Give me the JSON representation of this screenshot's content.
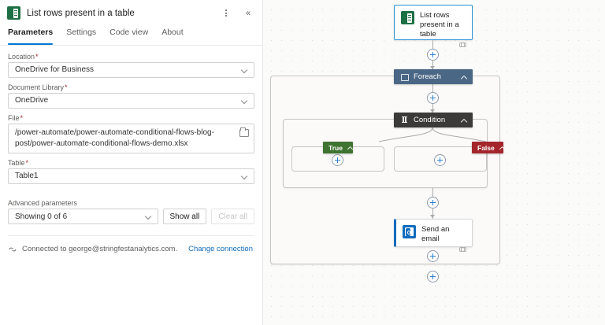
{
  "panel": {
    "icon": "excel-icon",
    "title": "List rows present in a table",
    "more_icon": "more-vertical-icon",
    "collapse_icon": "collapse-panel-icon",
    "collapse_glyph": "«",
    "tabs": [
      {
        "label": "Parameters",
        "active": true
      },
      {
        "label": "Settings",
        "active": false
      },
      {
        "label": "Code view",
        "active": false
      },
      {
        "label": "About",
        "active": false
      }
    ],
    "fields": [
      {
        "label": "Location",
        "required": "*",
        "value": "OneDrive for Business",
        "control": "dropdown"
      },
      {
        "label": "Document Library",
        "required": "*",
        "value": "OneDrive",
        "control": "dropdown"
      },
      {
        "label": "File",
        "required": "*",
        "value": "/power-automate/power-automate-conditional-flows-blog-post/power-automate-conditional-flows-demo.xlsx",
        "control": "filepicker"
      },
      {
        "label": "Table",
        "required": "*",
        "value": "Table1",
        "control": "dropdown"
      }
    ],
    "advanced": {
      "label": "Advanced parameters",
      "select_value": "Showing 0 of 6",
      "show_all_label": "Show all",
      "clear_all_label": "Clear all"
    },
    "connection": {
      "icon": "connection-plug-icon",
      "text": "Connected to george@stringfestanalytics.com.",
      "link_label": "Change connection"
    }
  },
  "canvas": {
    "trigger": {
      "icon": "excel-icon",
      "label": "List rows present in a table",
      "footer_icon": "connection-chain-icon"
    },
    "foreach": {
      "icon": "loop-icon",
      "label": "Foreach",
      "collapse_icon": "chevron-up-icon"
    },
    "condition": {
      "icon": "condition-icon",
      "label": "Condition",
      "collapse_icon": "chevron-up-icon"
    },
    "branches": [
      {
        "label": "True",
        "color": "#3f7331",
        "collapse_icon": "chevron-up-icon",
        "add_icon": "plus-icon"
      },
      {
        "label": "False",
        "color": "#a4262c",
        "collapse_icon": "chevron-up-icon",
        "add_icon": "plus-icon"
      }
    ],
    "email_action": {
      "icon": "outlook-icon",
      "label": "Send an email",
      "footer_icon": "connection-chain-icon"
    },
    "add_step_icon": "plus-icon"
  },
  "colors": {
    "accent": "#0078d4",
    "foreach_header": "#4a6785",
    "condition_header": "#3b3a39",
    "true_badge": "#3f7331",
    "false_badge": "#a4262c",
    "excel_green": "#1d7044",
    "outlook_blue": "#0f6cbd",
    "link": "#0f6cbd",
    "required_asterisk": "#a4262c"
  }
}
